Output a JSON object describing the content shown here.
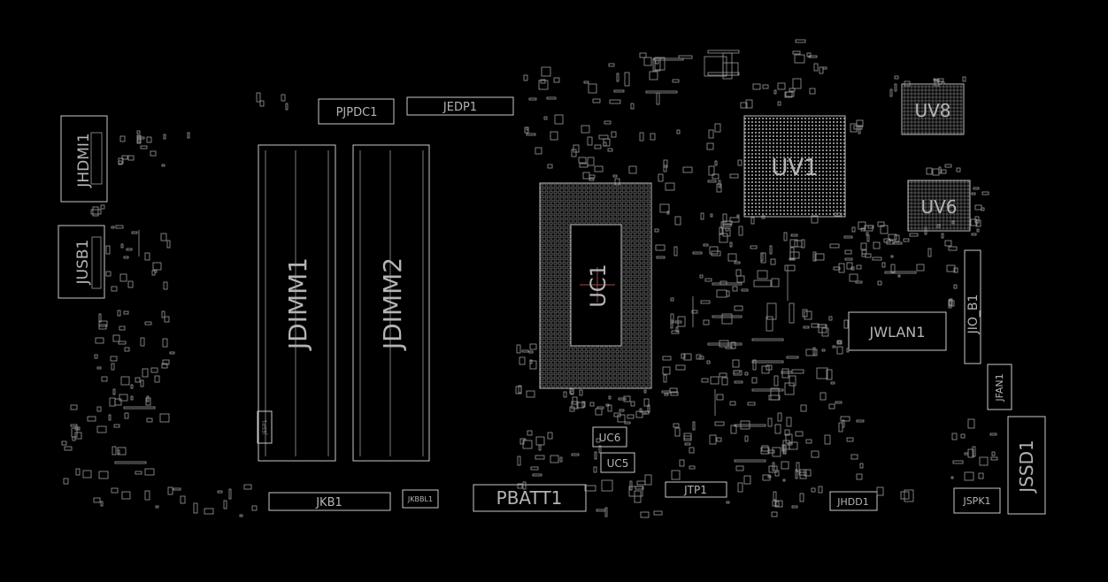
{
  "labels": {
    "JHDMI1": "JHDMI1",
    "JUSB1": "JUSB1",
    "PJPDC1": "PJPDC1",
    "JEDP1": "JEDP1",
    "JDIMM1": "JDIMM1",
    "JDIMM2": "JDIMM2",
    "UC1": "UC1",
    "UV1": "UV1",
    "UV8": "UV8",
    "UV6": "UV6",
    "JWLAN1": "JWLAN1",
    "JIO_B1": "JIO_B1",
    "JFAN1": "JFAN1",
    "JSSD1": "JSSD1",
    "JKB1": "JKB1",
    "JKBBL1": "JKBBL1",
    "PBATT1": "PBATT1",
    "UC6": "UC6",
    "UC5": "UC5",
    "JTP1": "JTP1",
    "JHDD1": "JHDD1",
    "JSPK1": "JSPK1",
    "JESP1": "JESP1"
  },
  "colors": {
    "background": "#000000",
    "outline": "#c8c8c8",
    "label": "#b4b4b4"
  }
}
